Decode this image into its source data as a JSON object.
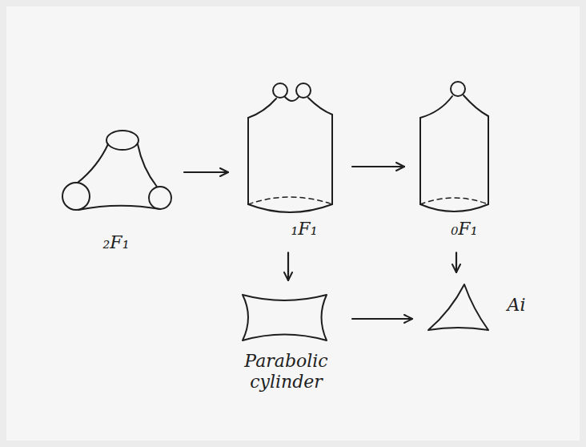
{
  "diagram": {
    "nodes": [
      {
        "text": [
          "₂F₁"
        ]
      },
      {
        "text": [
          "₁F₁"
        ]
      },
      {
        "text": [
          "₀F₁"
        ]
      },
      {
        "text": [
          "Parabolic cylinder"
        ]
      },
      {
        "text": [
          "Ai"
        ]
      }
    ],
    "edges": [
      {
        "from": 0,
        "to": 1,
        "arrow": "to"
      },
      {
        "from": 1,
        "to": 2,
        "arrow": "to"
      },
      {
        "from": 1,
        "to": 3,
        "arrow": "to"
      },
      {
        "from": 2,
        "to": 4,
        "arrow": "to"
      },
      {
        "from": 3,
        "to": 4,
        "arrow": "to"
      }
    ]
  }
}
